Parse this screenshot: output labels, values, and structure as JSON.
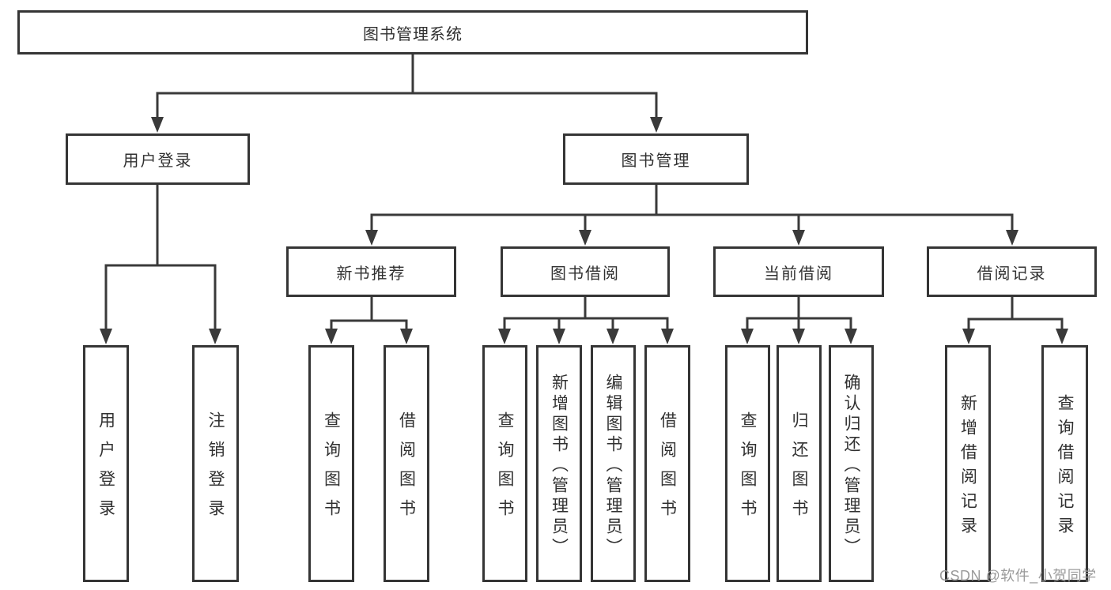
{
  "diagram_type": "hierarchy-tree",
  "tree": {
    "label": "图书管理系统",
    "children": [
      {
        "label": "用户登录",
        "children": [
          {
            "label": "用户登录"
          },
          {
            "label": "注销登录"
          }
        ]
      },
      {
        "label": "图书管理",
        "children": [
          {
            "label": "新书推荐",
            "children": [
              {
                "label": "查询图书"
              },
              {
                "label": "借阅图书"
              }
            ]
          },
          {
            "label": "图书借阅",
            "children": [
              {
                "label": "查询图书"
              },
              {
                "label": "新增图书（管理员）"
              },
              {
                "label": "编辑图书（管理员）"
              },
              {
                "label": "借阅图书"
              }
            ]
          },
          {
            "label": "当前借阅",
            "children": [
              {
                "label": "查询图书"
              },
              {
                "label": "归还图书"
              },
              {
                "label": "确认归还（管理员）"
              }
            ]
          },
          {
            "label": "借阅记录",
            "children": [
              {
                "label": "新增借阅记录"
              },
              {
                "label": "查询借阅记录"
              }
            ]
          }
        ]
      }
    ]
  },
  "watermark": {
    "text": "CSDN @软件_小贺同学"
  },
  "colors": {
    "line": "#3a3a3a",
    "box_border": "#353535",
    "text": "#313131",
    "watermark": "#9b9b9b",
    "background": "#ffffff"
  }
}
